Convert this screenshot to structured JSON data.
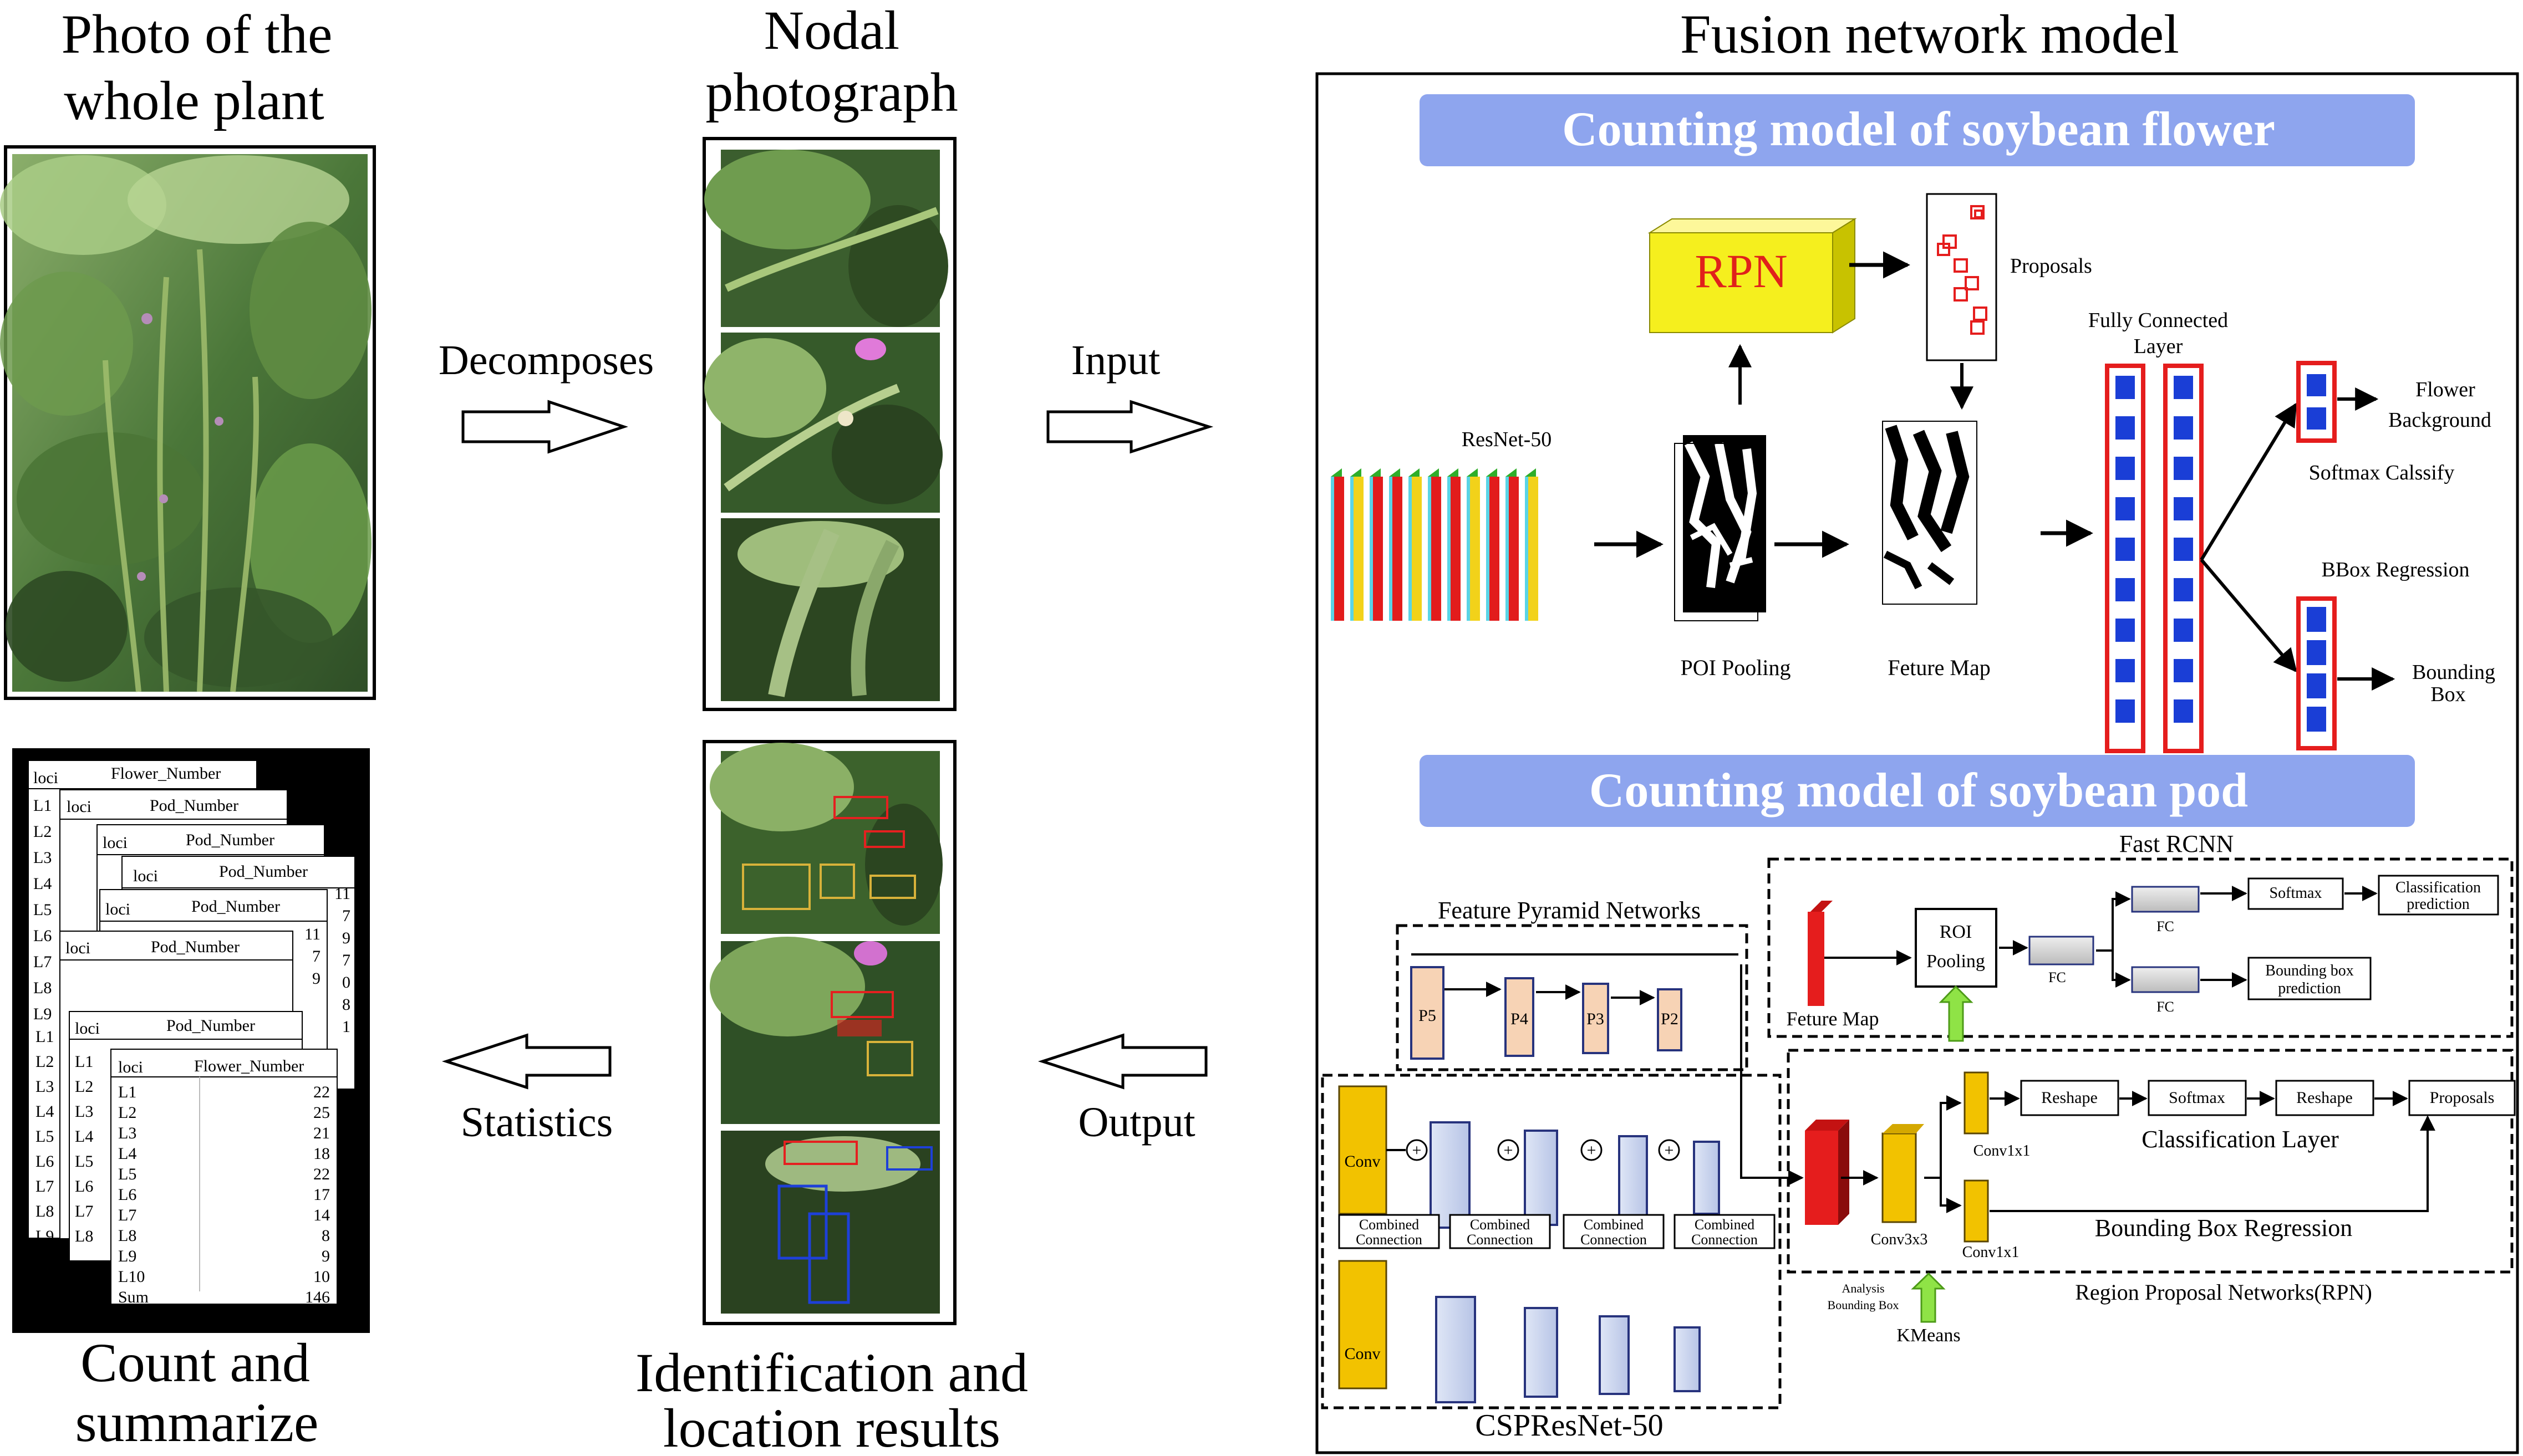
{
  "left": {
    "title_lines": [
      "Photo of the",
      "whole plant"
    ],
    "bottom_title_lines": [
      "Count and",
      "summarize"
    ],
    "arrow_decomposes": "Decomposes",
    "arrow_statistics": "Statistics"
  },
  "middle": {
    "title_lines": [
      "Nodal",
      "photograph"
    ],
    "bottom_title_lines": [
      "Identification and",
      "location results"
    ],
    "arrow_input": "Input",
    "arrow_output": "Output"
  },
  "fusion": {
    "title": "Fusion network model",
    "flower_banner": "Counting model of soybean flower",
    "pod_banner": "Counting model of soybean pod",
    "flower": {
      "resnet": "ResNet-50",
      "rpn": "RPN",
      "proposals": "Proposals",
      "fc_layer_lines": [
        "Fully Connected",
        "Layer"
      ],
      "poi_pooling": "POI Pooling",
      "feature_map": "Feture Map",
      "flower_bg_lines": [
        "Flower",
        "Background"
      ],
      "softmax": "Softmax Calssify",
      "bbox_regression": "BBox Regression",
      "bounding_box_lines": [
        "Bounding",
        "Box"
      ]
    },
    "pod": {
      "fast_rcnn": "Fast  RCNN",
      "fpn": "Feature Pyramid Networks",
      "p5": "P5",
      "p4": "P4",
      "p3": "P3",
      "p2": "P2",
      "conv": "Conv",
      "combined_lines": [
        "Combined",
        "Connection"
      ],
      "feature_map": "Feture Map",
      "roi_pooling_lines": [
        "ROI",
        "Pooling"
      ],
      "fc": "FC",
      "softmax": "Softmax",
      "classification_pred_lines": [
        "Classification",
        "prediction"
      ],
      "bbox_pred_lines": [
        "Bounding box",
        "prediction"
      ],
      "conv3x3": "Conv3x3",
      "conv1x1": "Conv1x1",
      "reshape": "Reshape",
      "proposals": "Proposals",
      "classification_layer": "Classification Layer",
      "bbox_regression": "Bounding Box Regression",
      "analysis_lines": [
        "Analysis",
        "Bounding Box"
      ],
      "kmeans": "KMeans",
      "rpn_label": "Region Proposal Networks(RPN)",
      "backbone": "CSPResNet-50"
    }
  },
  "tables": {
    "flower_header": [
      "loci",
      "Flower_Number"
    ],
    "pod_header": [
      "loci",
      "Pod_Number"
    ],
    "front": {
      "rows": [
        [
          "L1",
          "22"
        ],
        [
          "L2",
          "25"
        ],
        [
          "L3",
          "21"
        ],
        [
          "L4",
          "18"
        ],
        [
          "L5",
          "22"
        ],
        [
          "L6",
          "17"
        ],
        [
          "L7",
          "14"
        ],
        [
          "L8",
          "8"
        ],
        [
          "L9",
          "9"
        ],
        [
          "L10",
          "10"
        ],
        [
          "Sum",
          "146"
        ]
      ]
    },
    "back_numbers": [
      "11",
      "7",
      "9",
      "7",
      "0",
      "8",
      "1"
    ],
    "left_col_labels": [
      "L1",
      "L2",
      "L3",
      "L4",
      "L5",
      "L6",
      "L7",
      "L8",
      "L9",
      "L10",
      "Sum"
    ]
  },
  "colors": {
    "banner": "#8ea5ee",
    "rpn_fill": "#f5ef1e",
    "rpn_text": "#e0211b",
    "red": "#e51d1d",
    "fc_cell": "#1a3ed6",
    "conv_yellow": "#f2c200",
    "p_fill": "#f7d3b5"
  }
}
